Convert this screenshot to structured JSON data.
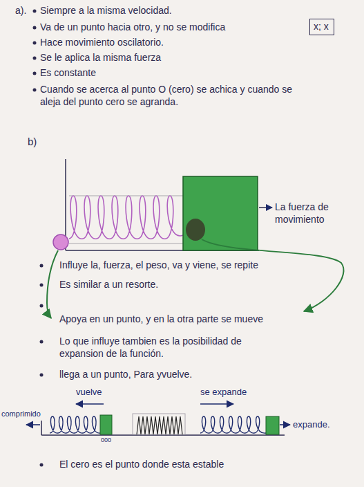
{
  "diagram": {
    "nodes": [
      {
        "text": [
          "x; x"
        ]
      }
    ],
    "labels": [
      "a).",
      "Siempre a la misma velocidad.",
      "Va de un punto hacia otro, y no se modifica",
      "Hace movimiento oscilatorio.",
      "Se le aplica la misma fuerza",
      "Es constante",
      "Cuando se acerca al punto O (cero) se achica y cuando se aleja del punto cero se agranda.",
      "b)",
      "La fuerza de movimiento",
      "Influye la, fuerza, el peso, va y viene, se repite",
      "Es similar a un resorte.",
      "Apoya en un punto, y en la otra parte se mueve",
      "Lo que influye tambien es la posibilidad de expansion de la función.",
      "llega a un punto, Para yvuelve.",
      "vuelve",
      "se expande",
      "comprimido",
      "000",
      "expande.",
      "El cero es el punto donde esta estable"
    ]
  }
}
